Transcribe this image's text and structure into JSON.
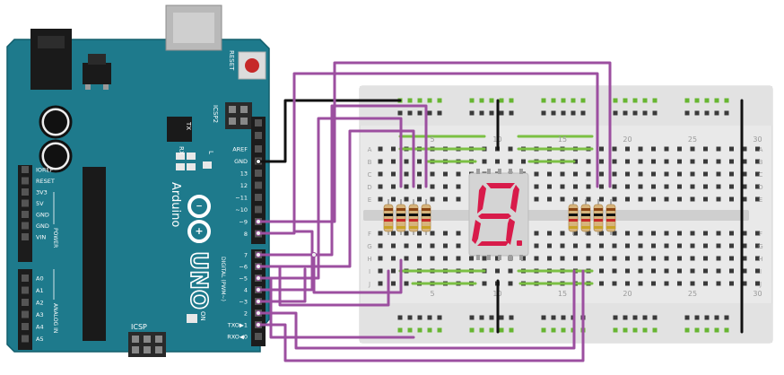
{
  "arduino": {
    "brand": "Arduino",
    "model": "UNO",
    "reset_label": "RESET",
    "icsp2_label": "ICSP2",
    "icsp_label": "ICSP",
    "tx_label": "TX",
    "rx_label": "RX",
    "l_label": "L",
    "on_label": "ON",
    "power_title": "POWER",
    "analog_title": "ANALOG IN",
    "digital_title": "DIGITAL (PWM~)",
    "power_pins": [
      "IOREF",
      "RESET",
      "3V3",
      "5V",
      "GND",
      "GND",
      "VIN"
    ],
    "analog_pins": [
      "A0",
      "A1",
      "A2",
      "A3",
      "A4",
      "A5"
    ],
    "top_header": [
      "AREF",
      "GND",
      "13",
      "12",
      "~11",
      "~10",
      "~9",
      "8"
    ],
    "bottom_header": [
      "7",
      "~6",
      "~5",
      "4",
      "~3",
      "2",
      "TXO▶1",
      "RXO◀0"
    ],
    "board_color": "#1e7a8c"
  },
  "breadboard": {
    "col_numbers": [
      "5",
      "10",
      "15",
      "20",
      "25",
      "30"
    ],
    "top_rows": [
      "A",
      "B",
      "C",
      "D",
      "E"
    ],
    "bottom_rows": [
      "F",
      "G",
      "H",
      "I",
      "J"
    ]
  },
  "display": {
    "digit": "8",
    "segment_color": "#d81b4a"
  },
  "wires": {
    "signal_color": "#9c4fa0",
    "ground_color": "#111111"
  }
}
